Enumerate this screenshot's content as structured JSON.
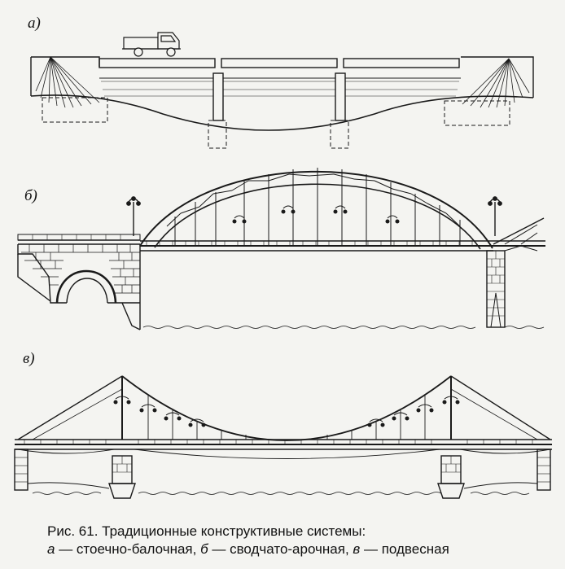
{
  "panels": [
    {
      "label": "а)"
    },
    {
      "label": "б)"
    },
    {
      "label": "в)"
    }
  ],
  "caption": {
    "title": "Рис. 61. Традиционные конструктивные системы:",
    "items": [
      {
        "letter": "а",
        "text": " — стоечно-балочная, "
      },
      {
        "letter": "б",
        "text": " — сводчато-арочная, "
      },
      {
        "letter": "в",
        "text": " — подвесная"
      }
    ]
  },
  "colors": {
    "ink": "#1a1a1a",
    "paper": "#f4f4f1"
  }
}
